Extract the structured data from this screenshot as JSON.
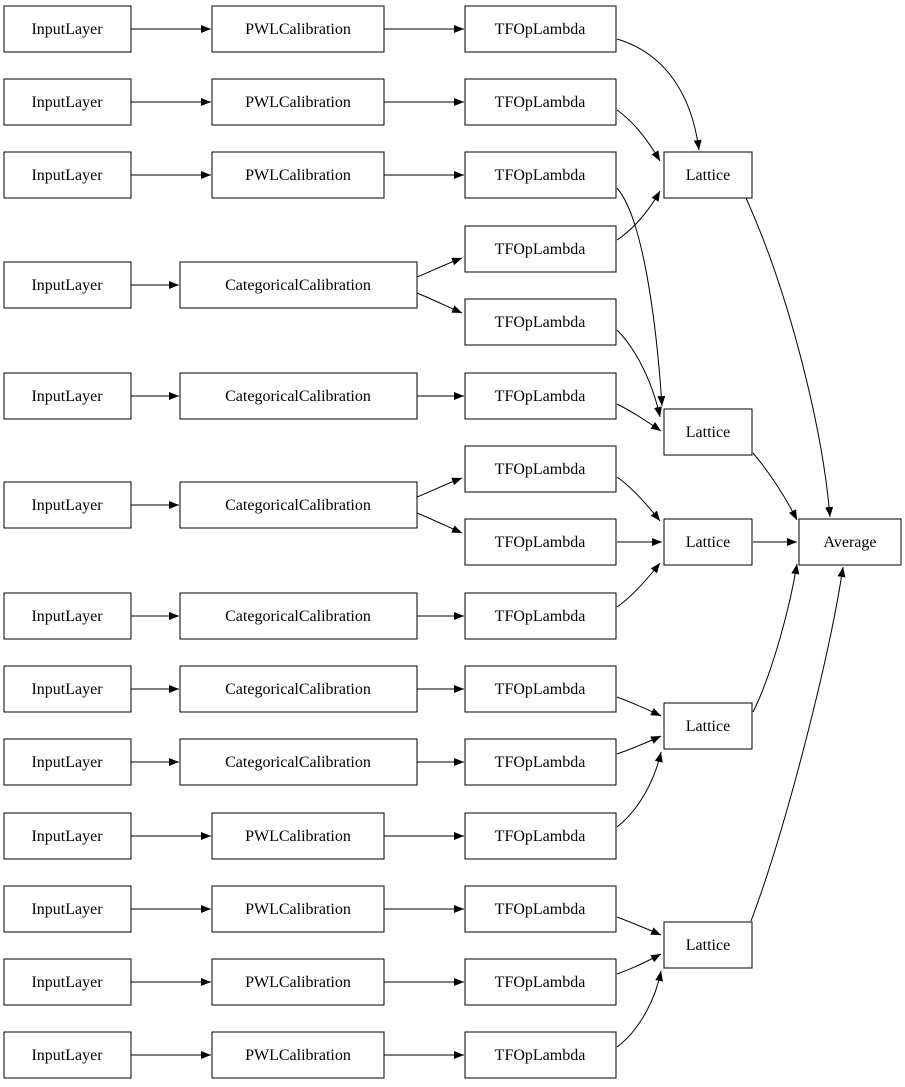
{
  "page": {
    "background": "#ffffff",
    "node_fill": "#ffffff",
    "node_stroke": "#000000",
    "edge_color": "#000000"
  },
  "labels": {
    "input_layer": "InputLayer",
    "pwl_calibration": "PWLCalibration",
    "categorical_calibration": "CategoricalCalibration",
    "tf_op_lambda": "TFOpLambda",
    "lattice": "Lattice",
    "average": "Average"
  },
  "graph": {
    "type": "model-graph",
    "nodes": [
      {
        "id": "i1",
        "label": "InputLayer"
      },
      {
        "id": "i2",
        "label": "InputLayer"
      },
      {
        "id": "i3",
        "label": "InputLayer"
      },
      {
        "id": "i4",
        "label": "InputLayer"
      },
      {
        "id": "i5",
        "label": "InputLayer"
      },
      {
        "id": "i6",
        "label": "InputLayer"
      },
      {
        "id": "i7",
        "label": "InputLayer"
      },
      {
        "id": "i8",
        "label": "InputLayer"
      },
      {
        "id": "i9",
        "label": "InputLayer"
      },
      {
        "id": "i10",
        "label": "InputLayer"
      },
      {
        "id": "i11",
        "label": "InputLayer"
      },
      {
        "id": "i12",
        "label": "InputLayer"
      },
      {
        "id": "i13",
        "label": "InputLayer"
      },
      {
        "id": "c1",
        "label": "PWLCalibration"
      },
      {
        "id": "c2",
        "label": "PWLCalibration"
      },
      {
        "id": "c3",
        "label": "PWLCalibration"
      },
      {
        "id": "c4",
        "label": "CategoricalCalibration"
      },
      {
        "id": "c5",
        "label": "CategoricalCalibration"
      },
      {
        "id": "c6",
        "label": "CategoricalCalibration"
      },
      {
        "id": "c7",
        "label": "CategoricalCalibration"
      },
      {
        "id": "c8",
        "label": "CategoricalCalibration"
      },
      {
        "id": "c9",
        "label": "CategoricalCalibration"
      },
      {
        "id": "c10",
        "label": "PWLCalibration"
      },
      {
        "id": "c11",
        "label": "PWLCalibration"
      },
      {
        "id": "c12",
        "label": "PWLCalibration"
      },
      {
        "id": "c13",
        "label": "PWLCalibration"
      },
      {
        "id": "t1",
        "label": "TFOpLambda"
      },
      {
        "id": "t2",
        "label": "TFOpLambda"
      },
      {
        "id": "t3",
        "label": "TFOpLambda"
      },
      {
        "id": "t4",
        "label": "TFOpLambda"
      },
      {
        "id": "t5",
        "label": "TFOpLambda"
      },
      {
        "id": "t6",
        "label": "TFOpLambda"
      },
      {
        "id": "t7",
        "label": "TFOpLambda"
      },
      {
        "id": "t8",
        "label": "TFOpLambda"
      },
      {
        "id": "t9",
        "label": "TFOpLambda"
      },
      {
        "id": "t10",
        "label": "TFOpLambda"
      },
      {
        "id": "t11",
        "label": "TFOpLambda"
      },
      {
        "id": "t12",
        "label": "TFOpLambda"
      },
      {
        "id": "t13",
        "label": "TFOpLambda"
      },
      {
        "id": "t14",
        "label": "TFOpLambda"
      },
      {
        "id": "t15",
        "label": "TFOpLambda"
      },
      {
        "id": "l1",
        "label": "Lattice"
      },
      {
        "id": "l2",
        "label": "Lattice"
      },
      {
        "id": "l3",
        "label": "Lattice"
      },
      {
        "id": "l4",
        "label": "Lattice"
      },
      {
        "id": "l5",
        "label": "Lattice"
      },
      {
        "id": "avg",
        "label": "Average"
      }
    ],
    "edges": [
      [
        "i1",
        "c1"
      ],
      [
        "i2",
        "c2"
      ],
      [
        "i3",
        "c3"
      ],
      [
        "i4",
        "c4"
      ],
      [
        "i5",
        "c5"
      ],
      [
        "i6",
        "c6"
      ],
      [
        "i7",
        "c7"
      ],
      [
        "i8",
        "c8"
      ],
      [
        "i9",
        "c9"
      ],
      [
        "i10",
        "c10"
      ],
      [
        "i11",
        "c11"
      ],
      [
        "i12",
        "c12"
      ],
      [
        "i13",
        "c13"
      ],
      [
        "c1",
        "t1"
      ],
      [
        "c2",
        "t2"
      ],
      [
        "c3",
        "t3"
      ],
      [
        "c4",
        "t4"
      ],
      [
        "c4",
        "t5"
      ],
      [
        "c5",
        "t6"
      ],
      [
        "c6",
        "t7"
      ],
      [
        "c6",
        "t8"
      ],
      [
        "c7",
        "t9"
      ],
      [
        "c8",
        "t10"
      ],
      [
        "c9",
        "t11"
      ],
      [
        "c10",
        "t12"
      ],
      [
        "c11",
        "t13"
      ],
      [
        "c12",
        "t14"
      ],
      [
        "c13",
        "t15"
      ],
      [
        "t1",
        "l1"
      ],
      [
        "t2",
        "l1"
      ],
      [
        "t4",
        "l1"
      ],
      [
        "t3",
        "l2"
      ],
      [
        "t5",
        "l2"
      ],
      [
        "t6",
        "l2"
      ],
      [
        "t7",
        "l3"
      ],
      [
        "t8",
        "l3"
      ],
      [
        "t9",
        "l3"
      ],
      [
        "t10",
        "l4"
      ],
      [
        "t11",
        "l4"
      ],
      [
        "t12",
        "l4"
      ],
      [
        "t13",
        "l5"
      ],
      [
        "t14",
        "l5"
      ],
      [
        "t15",
        "l5"
      ],
      [
        "l1",
        "avg"
      ],
      [
        "l2",
        "avg"
      ],
      [
        "l3",
        "avg"
      ],
      [
        "l4",
        "avg"
      ],
      [
        "l5",
        "avg"
      ]
    ]
  }
}
